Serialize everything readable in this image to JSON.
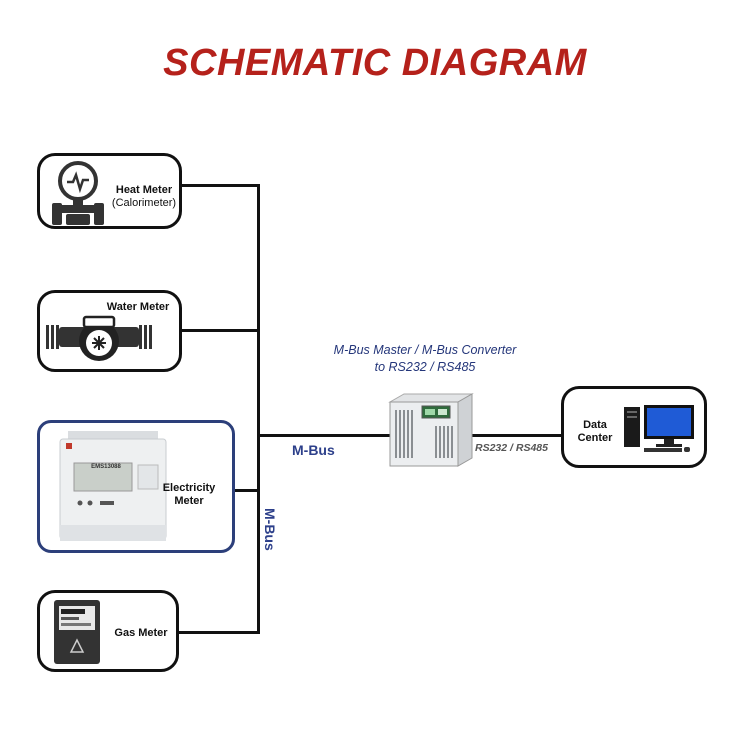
{
  "title": "SCHEMATIC DIAGRAM",
  "meters": {
    "heat": {
      "label": "Heat Meter",
      "sub": "(Calorimeter)"
    },
    "water": {
      "label": "Water Meter"
    },
    "electricity": {
      "label_line1": "Electricity",
      "label_line2": "Meter",
      "device_text": "EMS13088"
    },
    "gas": {
      "label": "Gas Meter"
    }
  },
  "bus": {
    "horizontal_label": "M-Bus",
    "vertical_label": "M-Bus"
  },
  "converter": {
    "title_line1": "M-Bus Master / M-Bus Converter",
    "title_line2": "to RS232 / RS485"
  },
  "link_label": "RS232 / RS485",
  "data_center": {
    "label_line1": "Data",
    "label_line2": "Center"
  },
  "colors": {
    "title": "#b5211b",
    "bus_label": "#2c3f8a",
    "converter_title": "#24367a",
    "box_border": "#111111",
    "electricity_border": "#2c3f7a"
  }
}
